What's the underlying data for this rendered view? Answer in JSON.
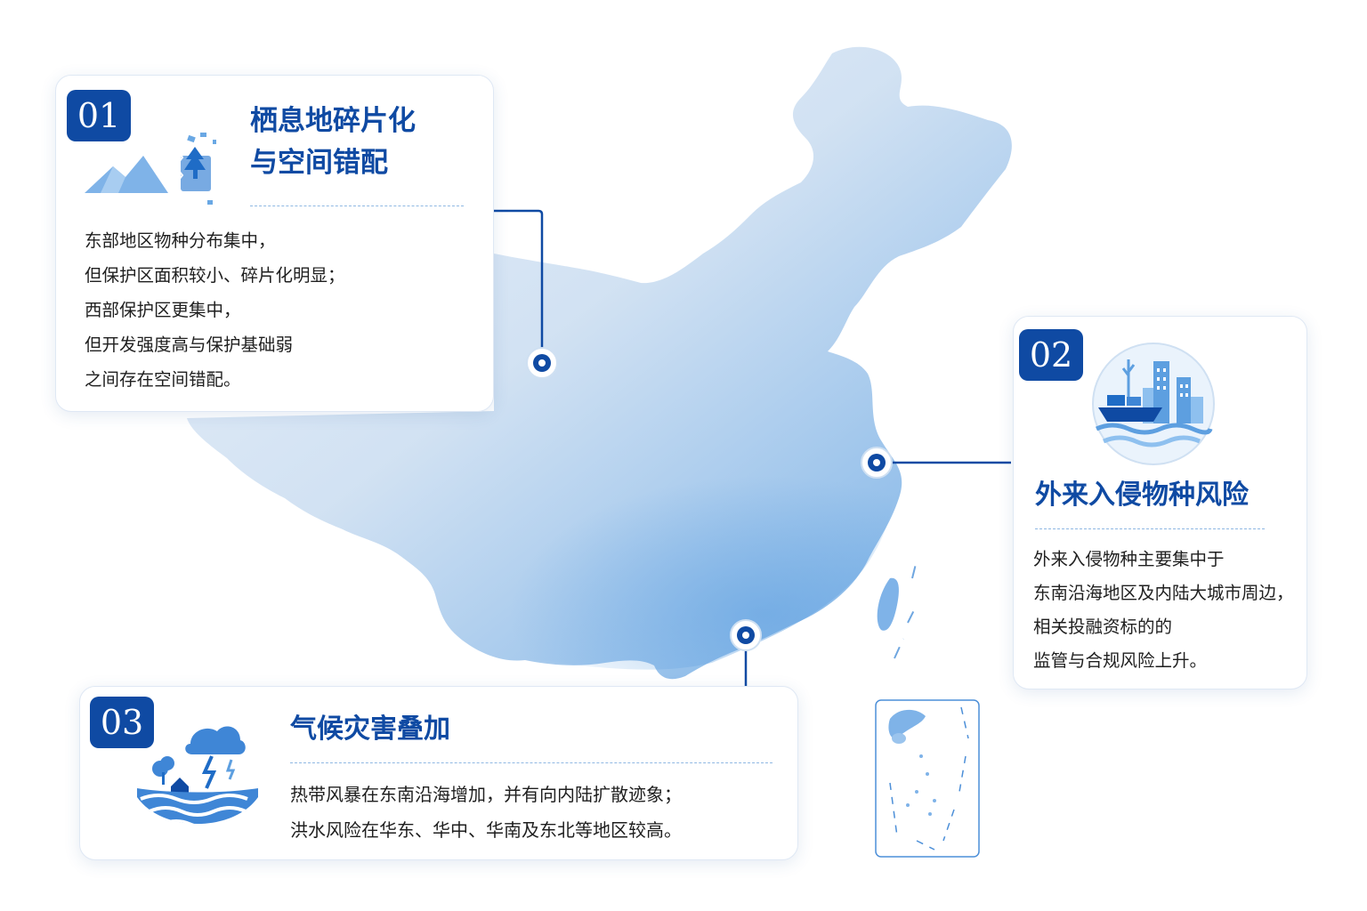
{
  "colors": {
    "accent": "#0f4aa3",
    "map_fill_light": "#dfeaf6",
    "map_fill_dark": "#74aee6",
    "text": "#1f1f1f",
    "dash": "#8fb8e3"
  },
  "cards": [
    {
      "number": "01",
      "title_lines": [
        "栖息地碎片化",
        "与空间错配"
      ],
      "icon": "habitat-fragmentation-icon",
      "body_lines": [
        "东部地区物种分布集中，",
        "但保护区面积较小、碎片化明显；",
        "西部保护区更集中，",
        "但开发强度高与保护基础弱",
        "之间存在空间错配。"
      ]
    },
    {
      "number": "02",
      "title_lines": [
        "外来入侵物种风险"
      ],
      "icon": "port-city-icon",
      "body_lines": [
        "外来入侵物种主要集中于",
        "东南沿海地区及内陆大城市周边，",
        "相关投融资标的的",
        "监管与合规风险上升。"
      ]
    },
    {
      "number": "03",
      "title_lines": [
        "气候灾害叠加"
      ],
      "icon": "storm-flood-icon",
      "body_lines": [
        "热带风暴在东南沿海增加，并有向内陆扩散迹象；",
        "洪水风险在华东、华中、华南及东北等地区较高。"
      ]
    }
  ]
}
